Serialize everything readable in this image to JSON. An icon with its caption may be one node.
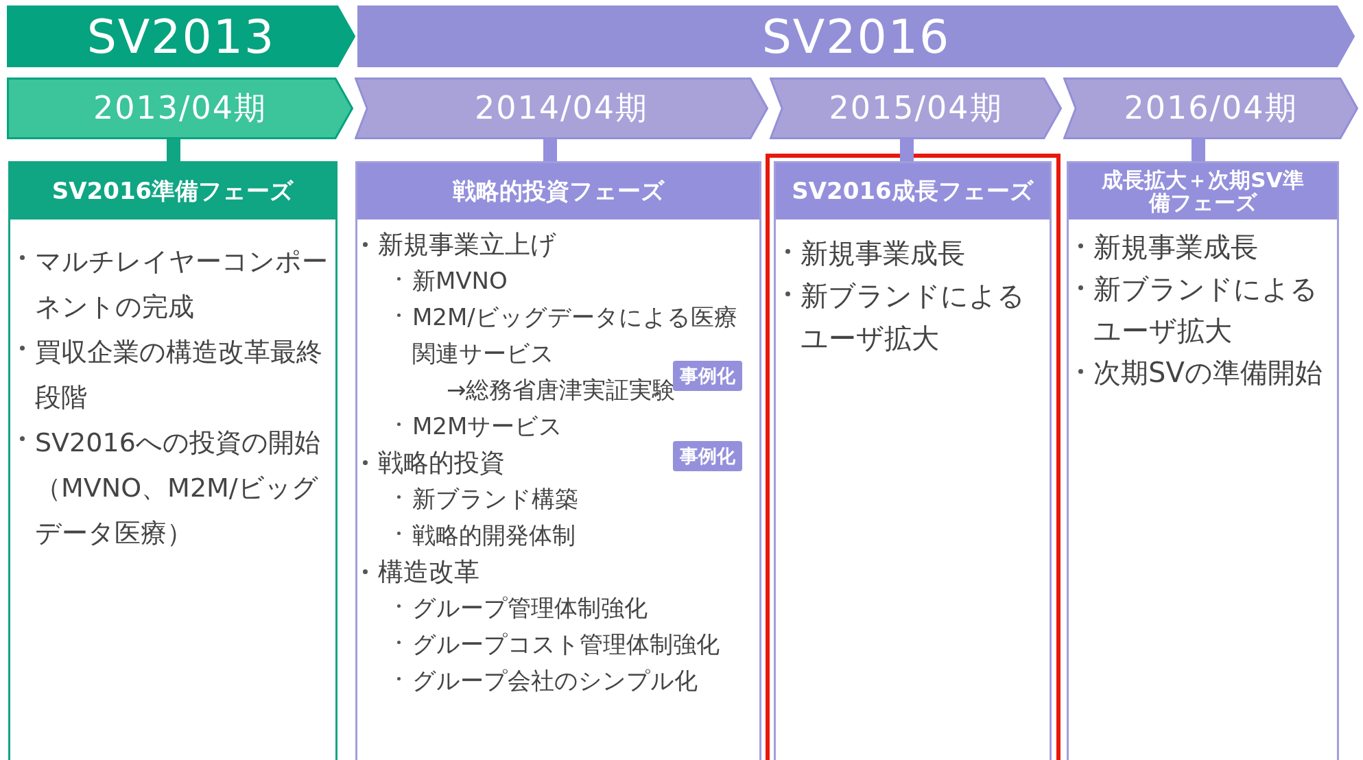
{
  "diagram": {
    "nodes": [
      {
        "text": [
          "SV2013"
        ]
      },
      {
        "text": [
          "SV2016"
        ]
      },
      {
        "text": [
          "2013/04期"
        ]
      },
      {
        "text": [
          "2014/04期"
        ]
      },
      {
        "text": [
          "2015/04期"
        ]
      },
      {
        "text": [
          "2016/04期"
        ]
      },
      {
        "text": [
          "SV2016準備フェーズ",
          "マルチレイヤーコンポーネントの完成",
          "買収企業の構造改革最終段階",
          "SV2016への投資の開始（MVNO、M2M/ビッグデータ医療）"
        ]
      },
      {
        "text": [
          "戦略的投資フェーズ",
          "新規事業立上げ",
          "新MVNO",
          "M2M/ビッグデータによる医療関連サービス",
          "→総務省唐津実証実験",
          "M2Mサービス",
          "戦略的投資",
          "新ブランド構築",
          "戦略的開発体制",
          "構造改革",
          "グループ管理体制強化",
          "グループコスト管理体制強化",
          "グループ会社のシンプル化"
        ]
      },
      {
        "text": [
          "事例化"
        ],
        "in": 7
      },
      {
        "text": [
          "事例化"
        ],
        "in": 7
      },
      {
        "text": [
          "SV2016成長フェーズ",
          "新規事業成長",
          "新ブランドによるユーザ拡大"
        ]
      },
      {
        "text": [
          "成長拡大＋次期SV準備フェーズ",
          "新規事業成長",
          "新ブランドによるユーザ拡大",
          "次期SVの準備開始"
        ]
      }
    ],
    "edges": [
      {
        "from": 2,
        "to": 6,
        "arrow": "none",
        "color": "#10a583"
      },
      {
        "from": 3,
        "to": 7,
        "arrow": "none"
      },
      {
        "from": 4,
        "to": 10,
        "arrow": "none"
      },
      {
        "from": 5,
        "to": 11,
        "arrow": "none"
      }
    ]
  }
}
